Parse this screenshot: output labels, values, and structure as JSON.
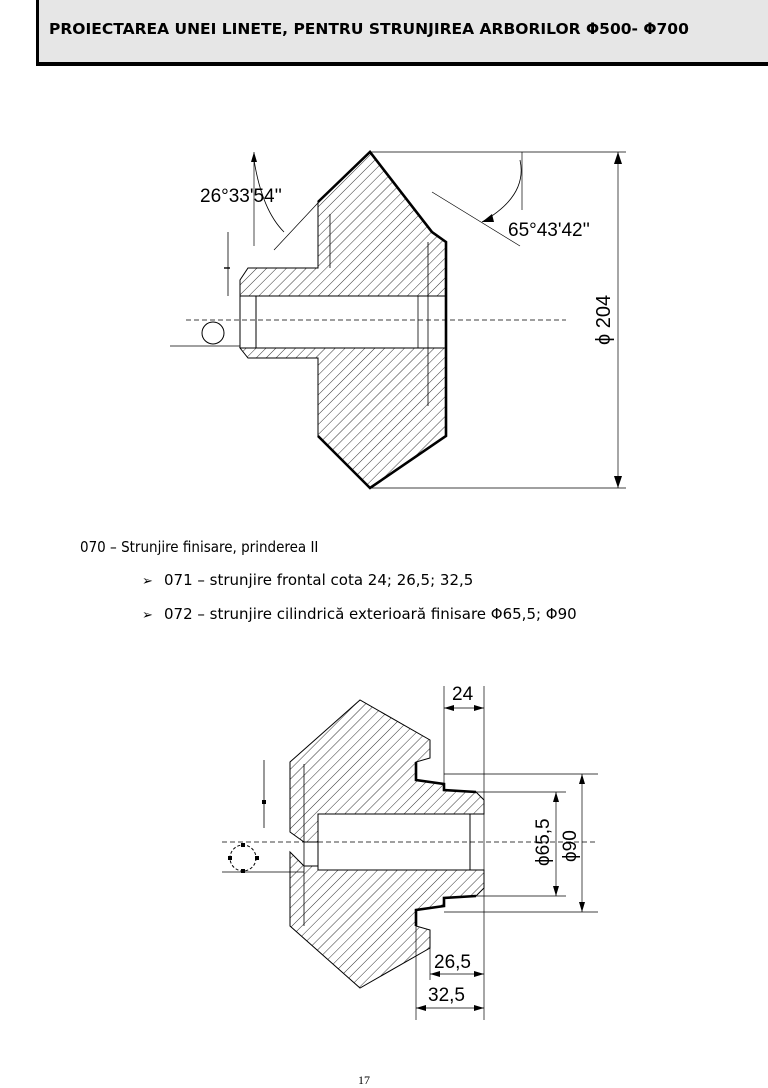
{
  "header": {
    "title": "PROIECTAREA UNEI LINETE, PENTRU STRUNJIREA ARBORILOR Φ500- Φ700"
  },
  "figure1": {
    "angle_left": "26°33'54''",
    "angle_right": "65°43'42''",
    "diameter_label": "ϕ 204"
  },
  "section": {
    "heading": "070 – Strunjire finisare, prinderea II",
    "items": [
      "071 – strunjire frontal cota 24; 26,5; 32,5",
      "072 – strunjire cilindrică exterioară finisare Φ65,5; Φ90"
    ]
  },
  "figure2": {
    "dim_top": "24",
    "dim_65": "ϕ65,5",
    "dim_90": "ϕ90",
    "dim_265": "26,5",
    "dim_325": "32,5"
  },
  "footer": {
    "page_number": "17"
  }
}
